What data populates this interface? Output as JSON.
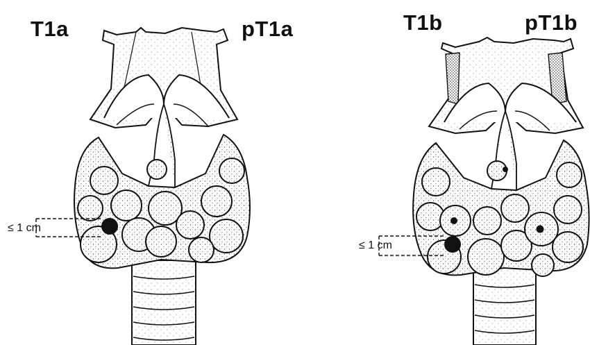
{
  "panels": [
    {
      "id": "a",
      "left_label": "T1a",
      "right_label": "pT1a",
      "size_text": "≤ 1 cm"
    },
    {
      "id": "b",
      "left_label": "T1b",
      "right_label": "pT1b",
      "size_text": "≤ 1 cm"
    }
  ],
  "colors": {
    "ink": "#111111",
    "paper": "#ffffff",
    "stipple": "#333333"
  }
}
